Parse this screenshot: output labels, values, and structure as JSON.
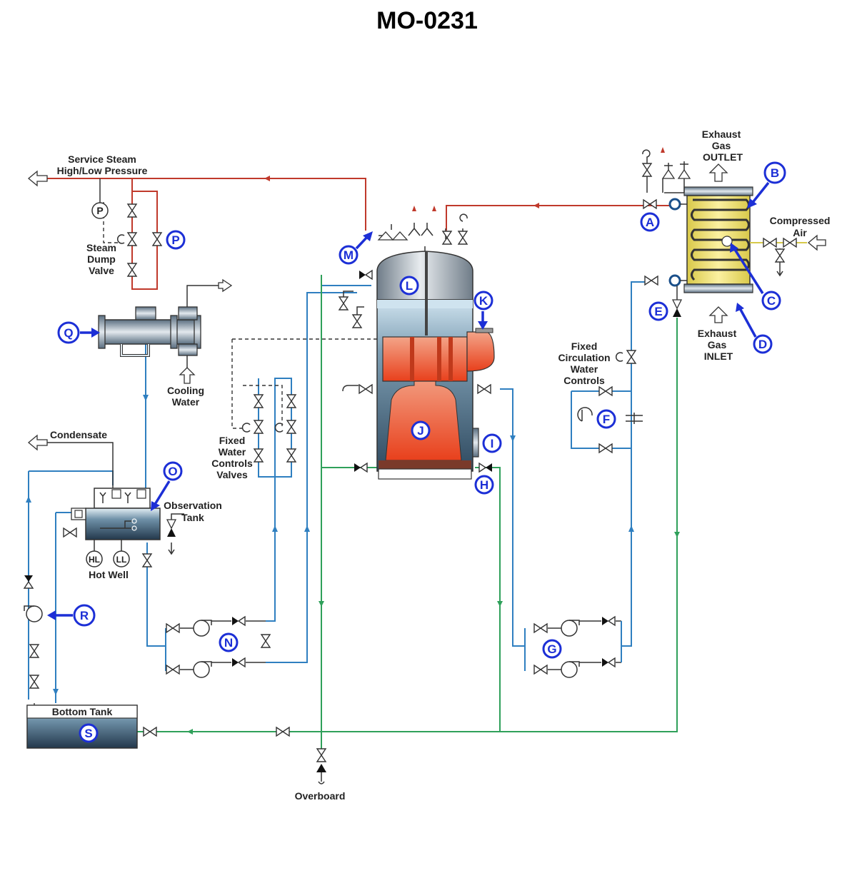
{
  "title": "MO-0231",
  "labels": {
    "service_steam": "Service Steam",
    "high_low_pressure": "High/Low Pressure",
    "steam_dump_1": "Steam",
    "steam_dump_2": "Dump",
    "steam_dump_3": "Valve",
    "cooling_1": "Cooling",
    "cooling_2": "Water",
    "condensate": "Condensate",
    "observation_1": "Observation",
    "observation_2": "Tank",
    "hot_well": "Hot Well",
    "bottom_tank": "Bottom Tank",
    "overboard": "Overboard",
    "fixed_water_1": "Fixed",
    "fixed_water_2": "Water",
    "fixed_water_3": "Controls",
    "fixed_water_4": "Valves",
    "fixed_circ_1": "Fixed",
    "fixed_circ_2": "Circulation",
    "fixed_circ_3": "Water",
    "fixed_circ_4": "Controls",
    "exhaust_out_1": "Exhaust",
    "exhaust_out_2": "Gas",
    "exhaust_out_3": "OUTLET",
    "exhaust_in_1": "Exhaust",
    "exhaust_in_2": "Gas",
    "exhaust_in_3": "INLET",
    "compressed_1": "Compressed",
    "compressed_2": "Air",
    "gauge_p": "P",
    "hl": "HL",
    "ll": "LL"
  },
  "markers": {
    "a": "A",
    "b": "B",
    "c": "C",
    "d": "D",
    "e": "E",
    "f": "F",
    "g": "G",
    "h": "H",
    "i": "I",
    "j": "J",
    "k": "K",
    "l": "L",
    "m": "M",
    "n": "N",
    "o": "O",
    "p": "P",
    "q": "Q",
    "r": "R",
    "s": "S"
  }
}
